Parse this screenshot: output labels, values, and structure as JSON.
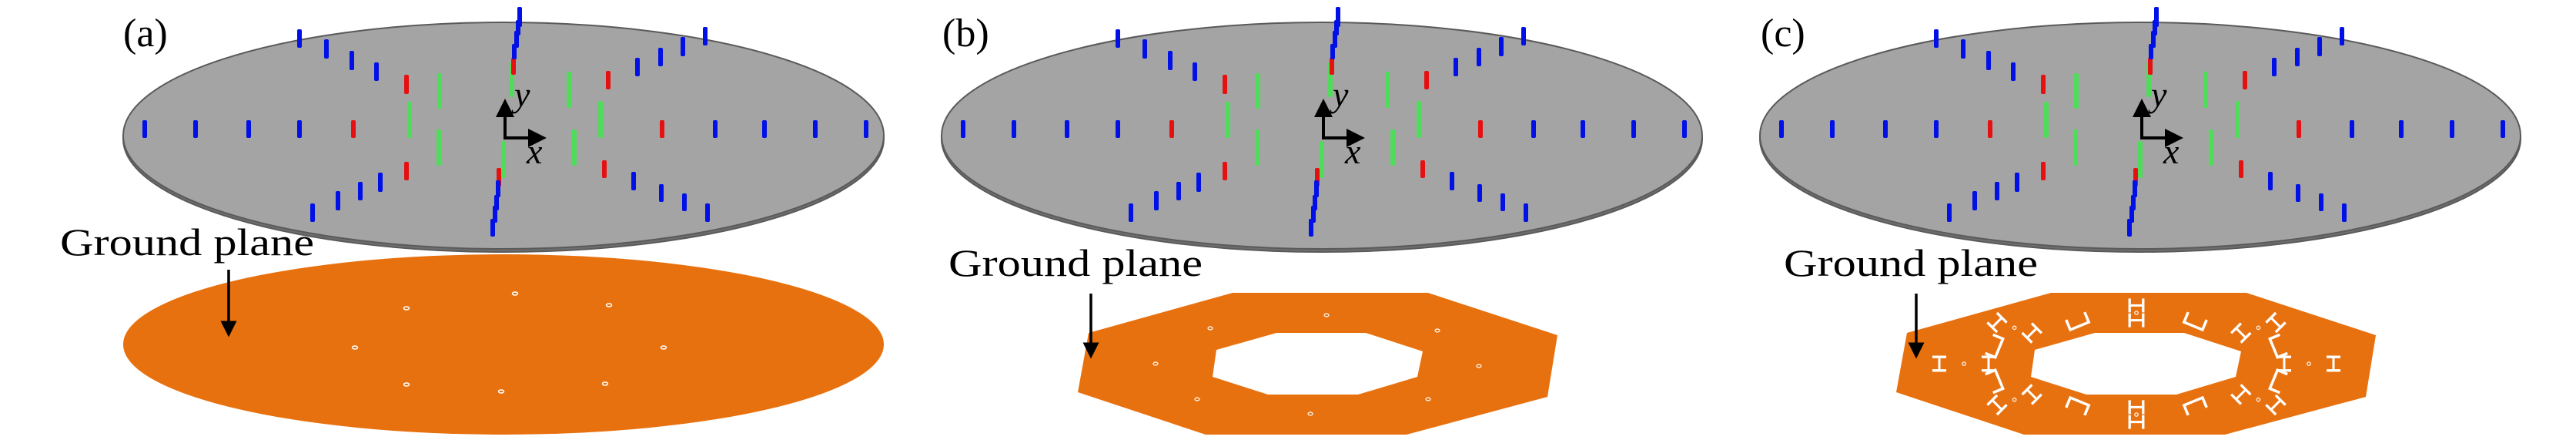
{
  "figure": {
    "panels": [
      {
        "label": "(a)",
        "ground_plane_label": "Ground plane",
        "axis_x": "x",
        "axis_y": "y",
        "ground_shape": "ellipse"
      },
      {
        "label": "(b)",
        "ground_plane_label": "Ground plane",
        "axis_x": "x",
        "axis_y": "y",
        "ground_shape": "octagon-ring"
      },
      {
        "label": "(c)",
        "ground_plane_label": "Ground plane",
        "axis_x": "x",
        "axis_y": "y",
        "ground_shape": "octagon-ring-slotted"
      }
    ],
    "colors": {
      "substrate": "#a4a4a4",
      "substrate_edge": "#5a5a5a",
      "ground": "#e8710f",
      "pillar_blue": "#0010e6",
      "pillar_red": "#e61010",
      "pillar_green": "#4fdc5a",
      "slot": "#ffffff"
    }
  }
}
